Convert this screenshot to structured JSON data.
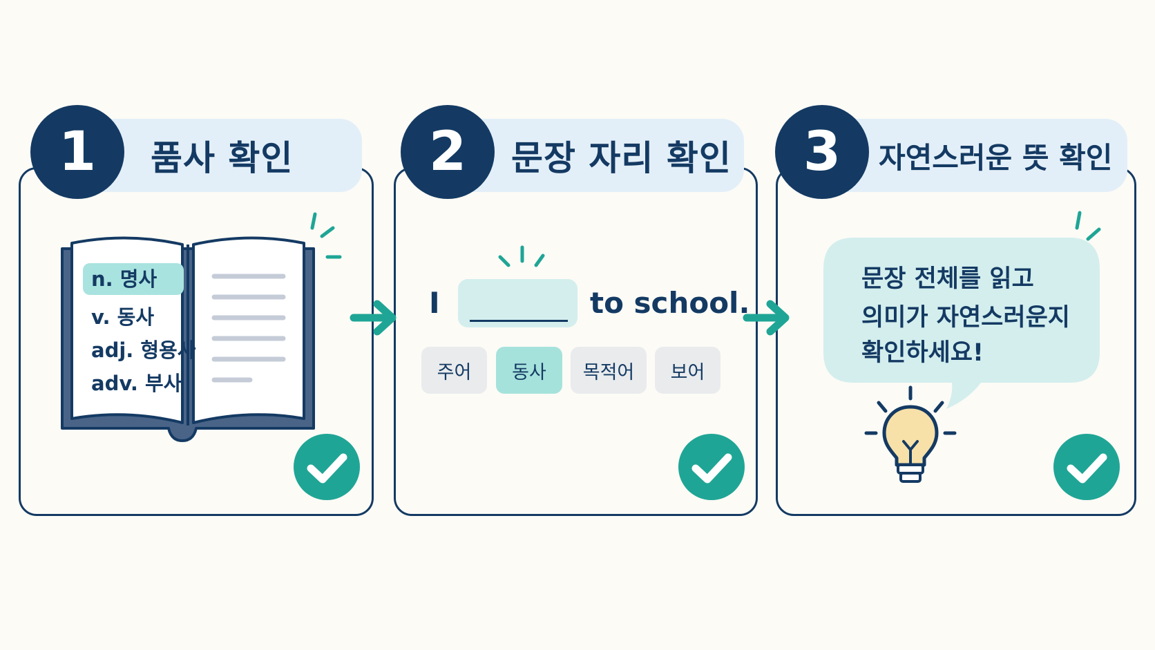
{
  "steps": [
    {
      "number": "1",
      "title": "품사 확인"
    },
    {
      "number": "2",
      "title": "문장 자리 확인"
    },
    {
      "number": "3",
      "title": "자연스러운 뜻 확인"
    }
  ],
  "dictionary": {
    "entries": [
      "n.  명사",
      "v.  동사",
      "adj. 형용사",
      "adv. 부사"
    ]
  },
  "sentence": {
    "before": "I",
    "after": "to school."
  },
  "roles": [
    "주어",
    "동사",
    "목적어",
    "보어"
  ],
  "tip": {
    "lines": [
      "문장 전체를 읽고",
      "의미가 자연스러운지",
      "확인하세요!"
    ]
  },
  "colors": {
    "navy": "#143a63",
    "teal": "#1fa595",
    "highlight": "#a9e3df",
    "pill": "#e3eff8"
  }
}
